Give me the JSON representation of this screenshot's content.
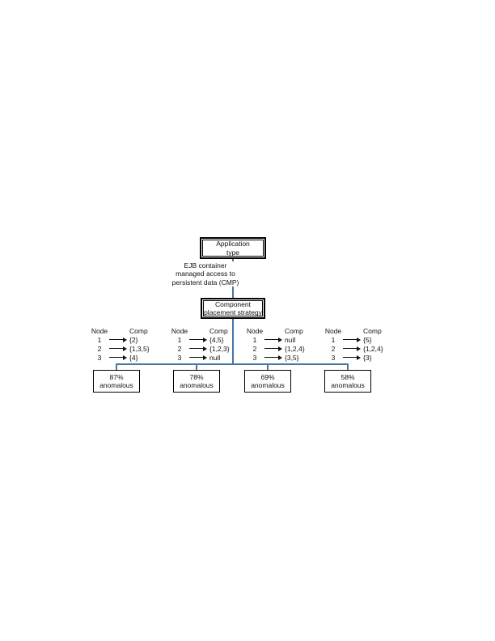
{
  "diagram": {
    "colors": {
      "connector": "#4576a8",
      "border": "#000000",
      "background": "#ffffff"
    },
    "root_box": {
      "line1": "Application",
      "line2": "type"
    },
    "edge_label": {
      "line1": "EJB container",
      "line2": "managed access to",
      "line3": "persistent data (CMP)"
    },
    "strategy_box": {
      "line1": "Component",
      "line2": "placement strategy"
    },
    "placement_tables": [
      {
        "node_header": "Node",
        "comp_header": "Comp",
        "rows": [
          {
            "node": "1",
            "comp": "{2}"
          },
          {
            "node": "2",
            "comp": "{1,3,5}"
          },
          {
            "node": "3",
            "comp": "{4}"
          }
        ]
      },
      {
        "node_header": "Node",
        "comp_header": "Comp",
        "rows": [
          {
            "node": "1",
            "comp": "{4,5}"
          },
          {
            "node": "2",
            "comp": "{1,2,3}"
          },
          {
            "node": "3",
            "comp": "null"
          }
        ]
      },
      {
        "node_header": "Node",
        "comp_header": "Comp",
        "rows": [
          {
            "node": "1",
            "comp": "null"
          },
          {
            "node": "2",
            "comp": "{1,2,4}"
          },
          {
            "node": "3",
            "comp": "{3,5}"
          }
        ]
      },
      {
        "node_header": "Node",
        "comp_header": "Comp",
        "rows": [
          {
            "node": "1",
            "comp": "{5}"
          },
          {
            "node": "2",
            "comp": "{1,2,4}"
          },
          {
            "node": "3",
            "comp": "{3}"
          }
        ]
      }
    ],
    "result_boxes": [
      {
        "percent": "87%",
        "label": "anomalous"
      },
      {
        "percent": "78%",
        "label": "anomalous"
      },
      {
        "percent": "69%",
        "label": "anomalous"
      },
      {
        "percent": "58%",
        "label": "anomalous"
      }
    ]
  }
}
